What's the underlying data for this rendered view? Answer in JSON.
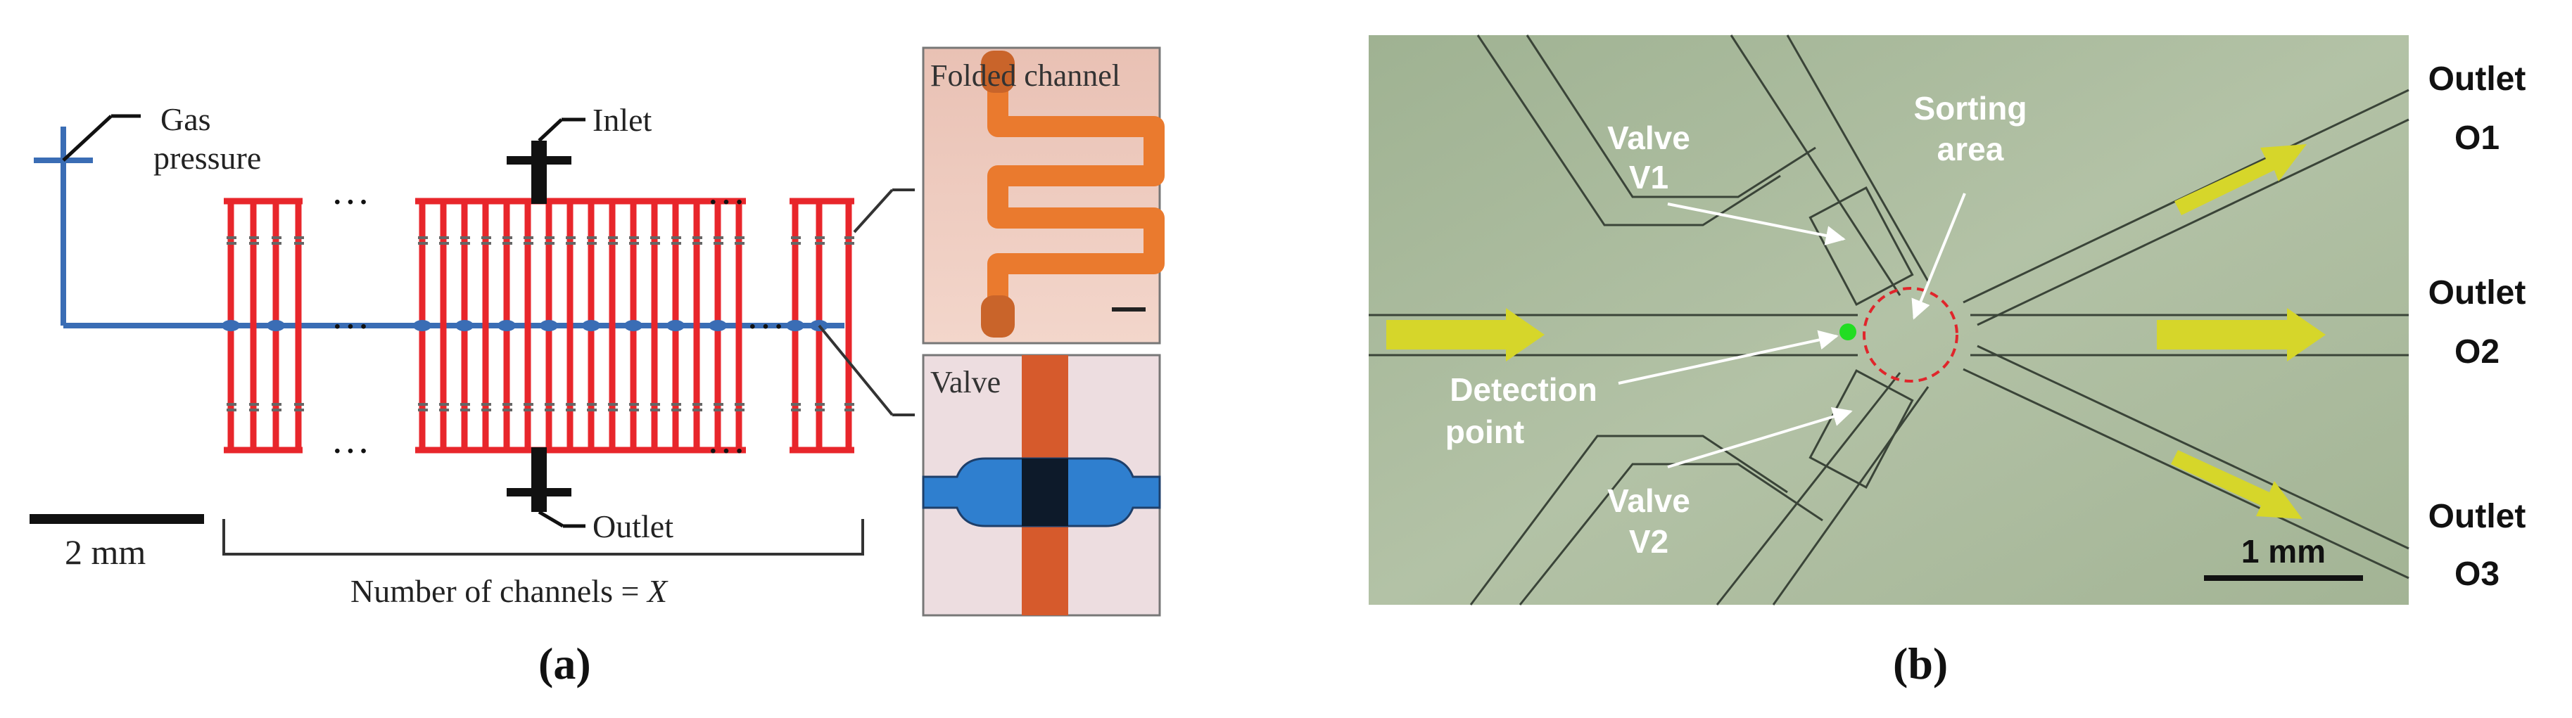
{
  "panel_a": {
    "caption": "(a)",
    "labels": {
      "gas_pressure_line1": "Gas",
      "gas_pressure_line2": "pressure",
      "inlet": "Inlet",
      "outlet": "Outlet",
      "scale_bar": "2 mm",
      "channels_prefix": "Number of channels = ",
      "channels_var": "X",
      "ellipsis": "···"
    },
    "insets": {
      "folded_channel": "Folded channel",
      "valve": "Valve"
    },
    "colors": {
      "flow_channel": "#e8262b",
      "control_channel": "#3a6db5",
      "port": "#111111"
    }
  },
  "panel_b": {
    "caption": "(b)",
    "labels": {
      "valve_v1_line1": "Valve",
      "valve_v1_line2": "V1",
      "valve_v2_line1": "Valve",
      "valve_v2_line2": "V2",
      "sorting_line1": "Sorting",
      "sorting_line2": "area",
      "detection_line1": "Detection",
      "detection_line2": "point",
      "outlet_o1_line1": "Outlet",
      "outlet_o1_line2": "O1",
      "outlet_o2_line1": "Outlet",
      "outlet_o2_line2": "O2",
      "outlet_o3_line1": "Outlet",
      "outlet_o3_line2": "O3",
      "scale_bar": "1 mm"
    },
    "colors": {
      "background": "#a9b99a",
      "arrow": "#d6d62a",
      "detection_point": "#22dd22",
      "sorting_circle": "#e0252b"
    }
  }
}
